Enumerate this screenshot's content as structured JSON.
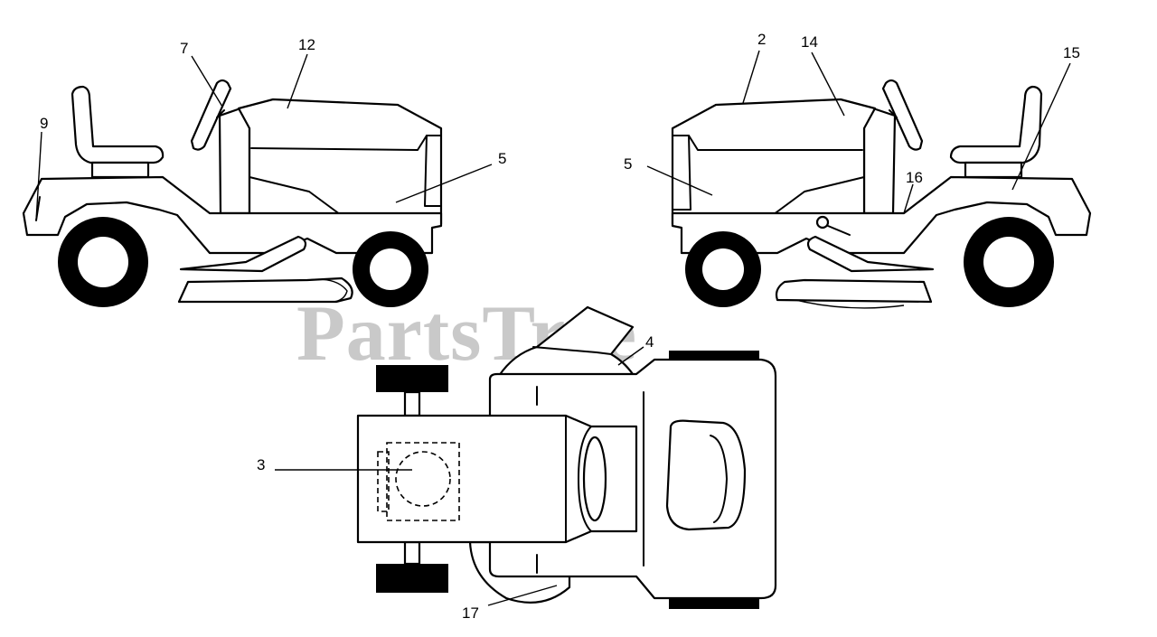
{
  "watermark": "PartsTree",
  "callouts": {
    "c2": "2",
    "c3": "3",
    "c4": "4",
    "c5_left": "5",
    "c5_right": "5",
    "c7": "7",
    "c9": "9",
    "c12": "12",
    "c14": "14",
    "c15": "15",
    "c16": "16",
    "c17": "17"
  }
}
